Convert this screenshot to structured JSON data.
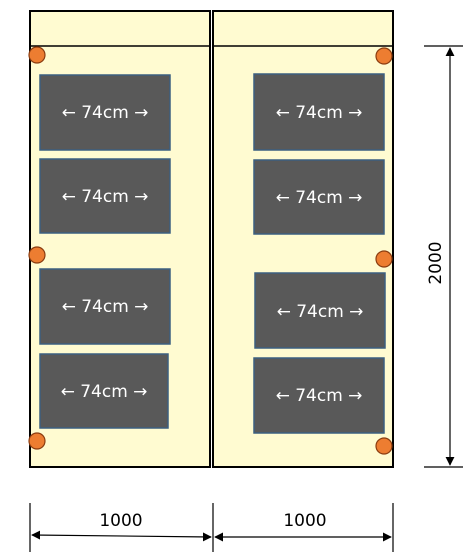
{
  "colors": {
    "background": "#ffffff",
    "frame_fill": "#fffbd1",
    "frame_stroke": "#000000",
    "panel_fill": "#595959",
    "panel_stroke": "#3c5f80",
    "panel_text": "#ffffff",
    "dot_fill": "#ed7d31",
    "dot_stroke": "#8a3c10",
    "dimension_line": "#000000"
  },
  "units": {
    "columns": [
      {
        "panels": [
          {
            "label": "← 74cm →"
          },
          {
            "label": "← 74cm →"
          },
          {
            "label": "← 74cm →"
          },
          {
            "label": "← 74cm →"
          }
        ]
      },
      {
        "panels": [
          {
            "label": "← 74cm →"
          },
          {
            "label": "← 74cm →"
          },
          {
            "label": "← 74cm →"
          },
          {
            "label": "← 74cm →"
          }
        ]
      }
    ]
  },
  "dimensions": {
    "width_left": "1000",
    "width_right": "1000",
    "height": "2000"
  }
}
